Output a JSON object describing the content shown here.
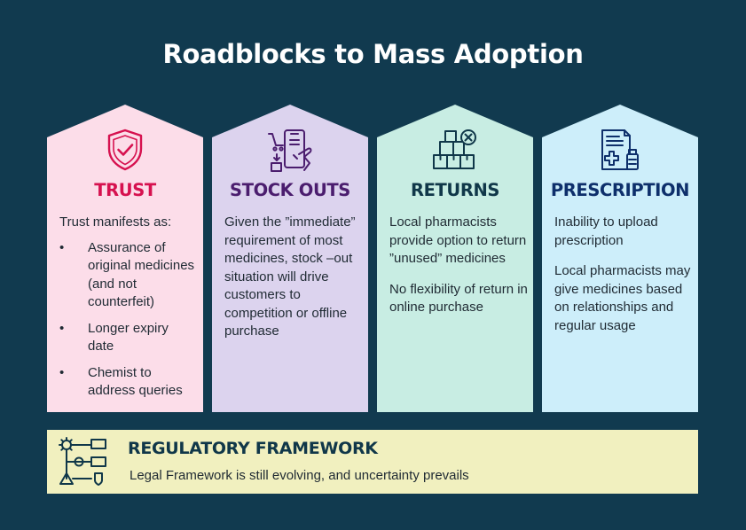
{
  "title": "Roadblocks to Mass Adoption",
  "colors": {
    "background": "#113a4f",
    "trust": "#fcdde9",
    "stock_outs": "#dcd3ee",
    "returns": "#c8ede3",
    "prescription": "#cdeefa",
    "regulatory": "#f1f0bf"
  },
  "cards": {
    "trust": {
      "icon": "shield-check-icon",
      "heading": "TRUST",
      "intro": "Trust manifests as:",
      "bullets": [
        "Assurance of original medicines (and not counterfeit)",
        "Longer expiry date",
        "Chemist to address queries"
      ]
    },
    "stock_outs": {
      "icon": "mobile-shopping-icon",
      "heading": "STOCK OUTS",
      "paragraphs": [
        "Given the ”immediate” requirement of most medicines, stock –out situation will drive customers to competition or offline purchase"
      ]
    },
    "returns": {
      "icon": "boxes-cancel-icon",
      "heading": "RETURNS",
      "paragraphs": [
        "Local pharmacists provide option to return ”unused” medicines",
        "No flexibility of return in online purchase"
      ]
    },
    "prescription": {
      "icon": "prescription-icon",
      "heading": "PRESCRIPTION",
      "paragraphs": [
        "Inability to upload prescription",
        "Local pharmacists may give medicines based on relationships and regular usage"
      ]
    }
  },
  "regulatory": {
    "icon": "workflow-icon",
    "heading": "REGULATORY FRAMEWORK",
    "text": "Legal Framework is still evolving, and uncertainty prevails"
  }
}
